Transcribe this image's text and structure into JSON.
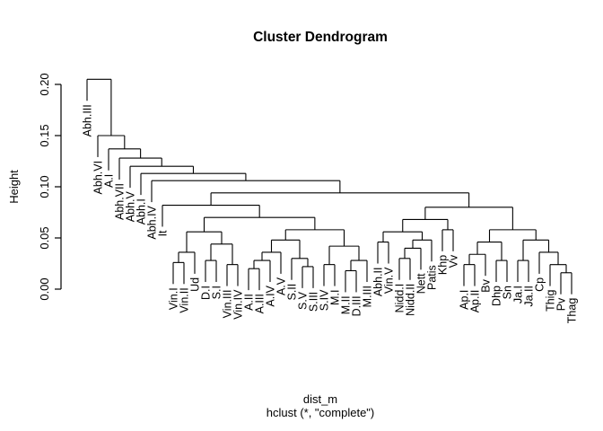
{
  "chart": {
    "title": "Cluster Dendrogram",
    "ylabel": "Height",
    "xlabel": "dist_m",
    "sub": "hclust (*, \"complete\")"
  },
  "chart_data": {
    "type": "dendrogram",
    "title": "Cluster Dendrogram",
    "xlabel": "dist_m",
    "sub": "hclust (*, \"complete\")",
    "ylabel": "Height",
    "linkage_method": "complete",
    "distance_object": "dist_m",
    "yticks": [
      0.0,
      0.05,
      0.1,
      0.15,
      0.2
    ],
    "ylim": [
      0.0,
      0.21
    ],
    "hang": 0.021,
    "grid": false,
    "leaf_order": [
      "Abh.III",
      "Abh.VI",
      "A.I",
      "Abh.VII",
      "Abh.V",
      "Abh.I",
      "Abh.IV",
      "It",
      "Vin.I",
      "Vin.II",
      "Ud",
      "D.I",
      "S.I",
      "Vin.III",
      "Vin.IV",
      "A.II",
      "A.III",
      "A.IV",
      "A.V",
      "S.II",
      "S.V",
      "S.III",
      "S.IV",
      "M.I",
      "M.II",
      "D.III",
      "M.III",
      "Abh.II",
      "Vin.V",
      "Nidd.I",
      "Nidd.II",
      "Nett",
      "Patis",
      "Khp",
      "Vv",
      "Ap.I",
      "Ap.II",
      "Bv",
      "Dhp",
      "Sn",
      "Ja.I",
      "Ja.II",
      "Cp",
      "Thig",
      "Pv",
      "Thag"
    ],
    "tree": [
      0.205,
      "Abh.III",
      [
        0.15,
        "Abh.VI",
        [
          0.137,
          "A.I",
          [
            0.128,
            "Abh.VII",
            [
              0.12,
              "Abh.V",
              [
                0.113,
                "Abh.I",
                [
                  0.106,
                  "Abh.IV",
                  [
                    0.094,
                    [
                      0.082,
                      "It",
                      [
                        0.07,
                        [
                          0.056,
                          [
                            0.036,
                            [
                              0.026,
                              "Vin.I",
                              "Vin.II"
                            ],
                            "Ud"
                          ],
                          [
                            0.044,
                            [
                              0.028,
                              "D.I",
                              "S.I"
                            ],
                            [
                              0.024,
                              "Vin.III",
                              "Vin.IV"
                            ]
                          ]
                        ],
                        [
                          0.058,
                          [
                            0.048,
                            [
                              0.036,
                              [
                                0.028,
                                [
                                  0.02,
                                  "A.II",
                                  "A.III"
                                ],
                                "A.IV"
                              ],
                              "A.V"
                            ],
                            [
                              0.03,
                              "S.II",
                              [
                                0.022,
                                "S.V",
                                "S.III"
                              ]
                            ]
                          ],
                          [
                            0.042,
                            [
                              0.024,
                              "S.IV",
                              "M.I"
                            ],
                            [
                              0.028,
                              [
                                0.018,
                                "M.II",
                                "D.III"
                              ],
                              "M.III"
                            ]
                          ]
                        ]
                      ]
                    ],
                    [
                      0.08,
                      [
                        0.068,
                        [
                          0.056,
                          [
                            0.046,
                            "Abh.II",
                            "Vin.V"
                          ],
                          [
                            0.048,
                            [
                              0.04,
                              [
                                0.03,
                                "Nidd.I",
                                "Nidd.II"
                              ],
                              "Nett"
                            ],
                            "Patis"
                          ]
                        ],
                        [
                          0.058,
                          "Khp",
                          "Vv"
                        ]
                      ],
                      [
                        0.058,
                        [
                          0.046,
                          [
                            0.034,
                            [
                              0.024,
                              "Ap.I",
                              "Ap.II"
                            ],
                            "Bv"
                          ],
                          [
                            0.028,
                            "Dhp",
                            "Sn"
                          ]
                        ],
                        [
                          0.048,
                          [
                            0.028,
                            "Ja.I",
                            "Ja.II"
                          ],
                          [
                            0.036,
                            "Cp",
                            [
                              0.024,
                              "Thig",
                              [
                                0.016,
                                "Pv",
                                "Thag"
                              ]
                            ]
                          ]
                        ]
                      ]
                    ]
                  ]
                ]
              ]
            ]
          ]
        ]
      ]
    ]
  }
}
